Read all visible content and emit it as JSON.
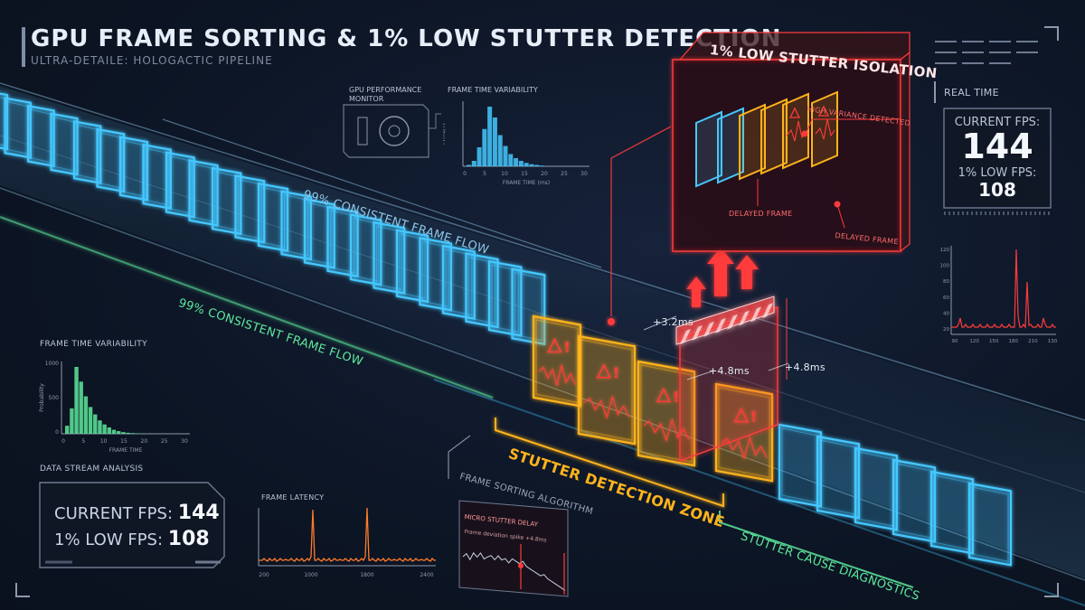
{
  "header": {
    "title": "GPU FRAME SORTING & 1% LOW STUTTER DETECTION",
    "subtitle": "ULTRA-DETAILE: HOLOGACTIC PIPELINE"
  },
  "pipeline": {
    "flow_label_upper": "99% CONSISTENT FRAME FLOW",
    "flow_label_lower": "99% CONSISTENT FRAME FLOW",
    "stutter_zone_label": "STUTTER DETECTION ZONE",
    "diagnostics_label": "STUTTER CAUSE DIAGNOSTICS",
    "sorting_label": "FRAME SORTING ALGORITHM",
    "delays": [
      "+3.2ms",
      "+4.8ms",
      "+4.8ms"
    ]
  },
  "isolation": {
    "title": "1% LOW STUTTER ISOLATION",
    "variance_label": "HIGH VARIANCE DETECTED",
    "delayed_label_1": "DELAYED FRAME",
    "delayed_label_2": "DELAYED FRAME"
  },
  "monitor": {
    "title_line1": "GPU PERFORMANCE",
    "title_line2": "MONITOR"
  },
  "top_histogram": {
    "title": "FRAME TIME VARIABILITY",
    "ylabel": "Pr(Hz/T)",
    "xlabel": "FRAME TIME (ms)",
    "ticks": [
      "0",
      "5",
      "10",
      "15",
      "20",
      "25",
      "30"
    ],
    "values": [
      2,
      8,
      28,
      55,
      88,
      72,
      46,
      30,
      18,
      12,
      8,
      5,
      3,
      2,
      1
    ]
  },
  "left_histogram": {
    "title": "FRAME TIME VARIABILITY",
    "ylabel": "Probability",
    "xlabel": "FRAME TIME",
    "yticks": [
      "1000",
      "500",
      "0"
    ],
    "ticks": [
      "0",
      "5",
      "10",
      "15",
      "20",
      "25",
      "30"
    ],
    "values": [
      120,
      380,
      1000,
      780,
      560,
      400,
      290,
      200,
      140,
      95,
      60,
      40,
      25,
      15,
      10,
      6,
      4
    ]
  },
  "data_stream": {
    "title": "DATA STREAM ANALYSIS",
    "current_label": "CURRENT FPS: ",
    "current_value": "144",
    "low_label": "1% LOW FPS: ",
    "low_value": "108"
  },
  "latency_chart": {
    "title": "FRAME LATENCY",
    "ticks": [
      "200",
      "1000",
      "1800",
      "2400"
    ]
  },
  "micro_chart": {
    "title": "MICRO STUTTER DELAY",
    "subtitle": "Frame deviation spike +4.8ms"
  },
  "realtime": {
    "title": "REAL TIME",
    "current_caption": "CURRENT FPS:",
    "current_value": "144",
    "low_caption": "1% LOW FPS:",
    "low_value": "108"
  },
  "right_chart": {
    "yticks": [
      "120",
      "100",
      "80",
      "60",
      "40",
      "20"
    ],
    "xticks": [
      "90",
      "120",
      "150",
      "180",
      "210",
      "130"
    ]
  },
  "colors": {
    "blue": "#45c8ff",
    "amber": "#ffb31c",
    "red": "#ff3b3b",
    "green": "#5de89b"
  }
}
